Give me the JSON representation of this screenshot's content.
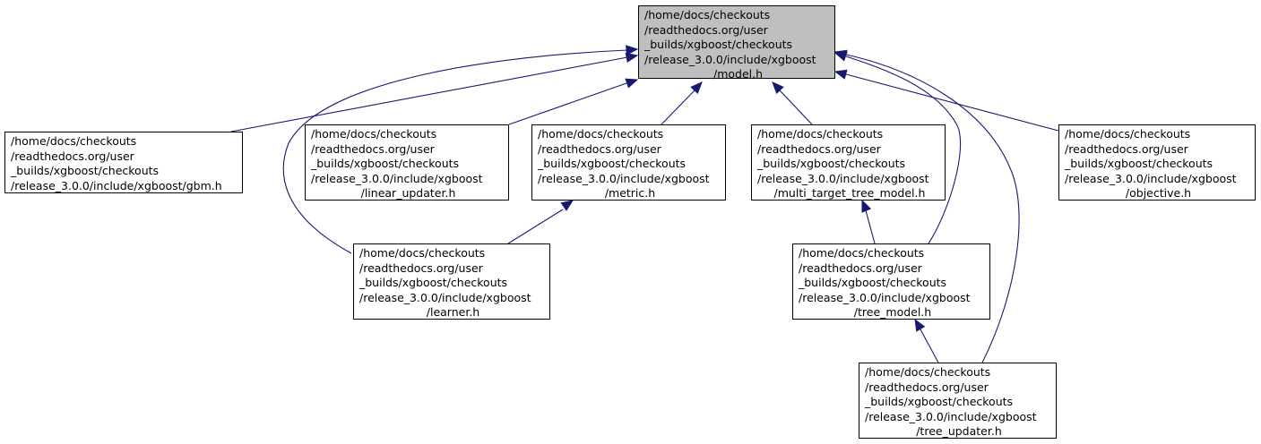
{
  "nodes": {
    "model": {
      "lines": [
        "/home/docs/checkouts",
        "/readthedocs.org/user",
        "_builds/xgboost/checkouts",
        "/release_3.0.0/include/xgboost",
        "/model.h"
      ]
    },
    "gbm": {
      "lines": [
        "/home/docs/checkouts",
        "/readthedocs.org/user",
        "_builds/xgboost/checkouts",
        "/release_3.0.0/include/xgboost/gbm.h"
      ]
    },
    "linear_updater": {
      "lines": [
        "/home/docs/checkouts",
        "/readthedocs.org/user",
        "_builds/xgboost/checkouts",
        "/release_3.0.0/include/xgboost",
        "/linear_updater.h"
      ]
    },
    "metric": {
      "lines": [
        "/home/docs/checkouts",
        "/readthedocs.org/user",
        "_builds/xgboost/checkouts",
        "/release_3.0.0/include/xgboost",
        "/metric.h"
      ]
    },
    "multi_target_tree_model": {
      "lines": [
        "/home/docs/checkouts",
        "/readthedocs.org/user",
        "_builds/xgboost/checkouts",
        "/release_3.0.0/include/xgboost",
        "/multi_target_tree_model.h"
      ]
    },
    "objective": {
      "lines": [
        "/home/docs/checkouts",
        "/readthedocs.org/user",
        "_builds/xgboost/checkouts",
        "/release_3.0.0/include/xgboost",
        "/objective.h"
      ]
    },
    "learner": {
      "lines": [
        "/home/docs/checkouts",
        "/readthedocs.org/user",
        "_builds/xgboost/checkouts",
        "/release_3.0.0/include/xgboost",
        "/learner.h"
      ]
    },
    "tree_model": {
      "lines": [
        "/home/docs/checkouts",
        "/readthedocs.org/user",
        "_builds/xgboost/checkouts",
        "/release_3.0.0/include/xgboost",
        "/tree_model.h"
      ]
    },
    "tree_updater": {
      "lines": [
        "/home/docs/checkouts",
        "/readthedocs.org/user",
        "_builds/xgboost/checkouts",
        "/release_3.0.0/include/xgboost",
        "/tree_updater.h"
      ]
    }
  },
  "edges": [
    {
      "from": "gbm",
      "to": "model"
    },
    {
      "from": "linear_updater",
      "to": "model"
    },
    {
      "from": "metric",
      "to": "model"
    },
    {
      "from": "multi_target_tree_model",
      "to": "model"
    },
    {
      "from": "objective",
      "to": "model"
    },
    {
      "from": "learner",
      "to": "model"
    },
    {
      "from": "tree_model",
      "to": "model"
    },
    {
      "from": "tree_updater",
      "to": "model"
    },
    {
      "from": "learner",
      "to": "metric"
    },
    {
      "from": "tree_model",
      "to": "multi_target_tree_model"
    },
    {
      "from": "tree_updater",
      "to": "tree_model"
    }
  ],
  "colors": {
    "edge": "#191970",
    "main_node_fill": "#bfbfbf",
    "node_fill": "#ffffff",
    "node_border": "#000000"
  }
}
